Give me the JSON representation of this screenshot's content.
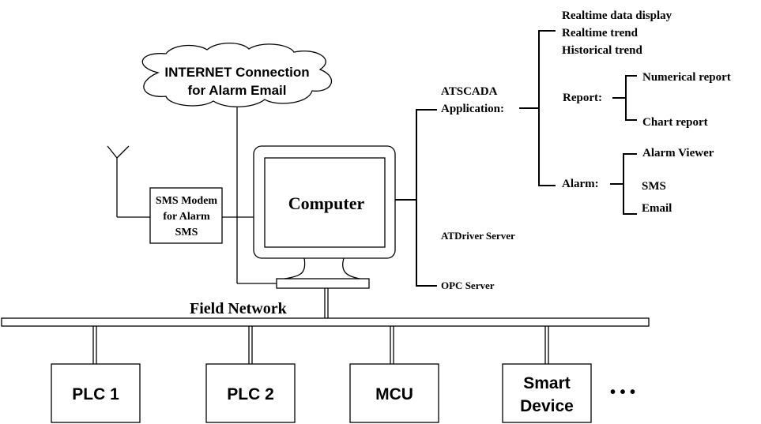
{
  "cloud": {
    "line1": "INTERNET Connection",
    "line2": "for Alarm Email"
  },
  "sms_modem": {
    "line1": "SMS Modem",
    "line2": "for Alarm",
    "line3": "SMS"
  },
  "computer": {
    "label": "Computer"
  },
  "software": {
    "atscada_line1": "ATSCADA",
    "atscada_line2": "Application:",
    "features": [
      "Realtime data display",
      "Realtime trend",
      "Historical trend"
    ],
    "report": {
      "label": "Report:",
      "items": [
        "Numerical report",
        "Chart report"
      ]
    },
    "alarm": {
      "label": "Alarm:",
      "items": [
        "Alarm Viewer",
        "SMS",
        "Email"
      ]
    },
    "atdriver": "ATDriver Server",
    "opc": "OPC Server"
  },
  "network": {
    "label": "Field Network"
  },
  "devices": [
    "PLC 1",
    "PLC 2",
    "MCU",
    "Smart",
    "Device"
  ],
  "more": "• • •"
}
